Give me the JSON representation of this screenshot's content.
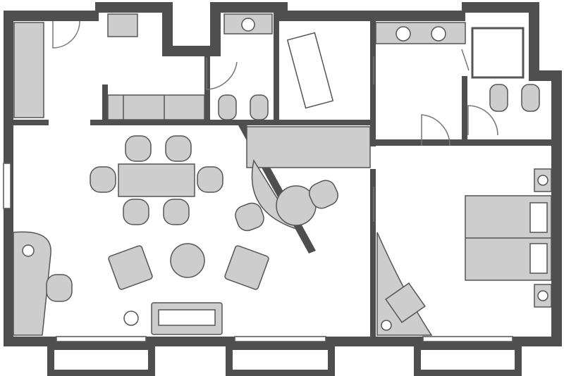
{
  "plan": {
    "type": "apartment-floor-plan",
    "colors": {
      "wall": "#4f4f4f",
      "furniture": "#cdcdcd",
      "outline": "#555555",
      "background": "#ffffff"
    },
    "furniture": [
      "kitchen-counter",
      "cabinet",
      "sofa-bench",
      "toilet",
      "bidet",
      "sink",
      "bathtub",
      "double-sink",
      "shower",
      "dining-table",
      "dining-chairs",
      "round-table",
      "armchairs",
      "sofa",
      "desk",
      "floor-lamp",
      "bed",
      "nightstands",
      "tv-stand"
    ]
  }
}
